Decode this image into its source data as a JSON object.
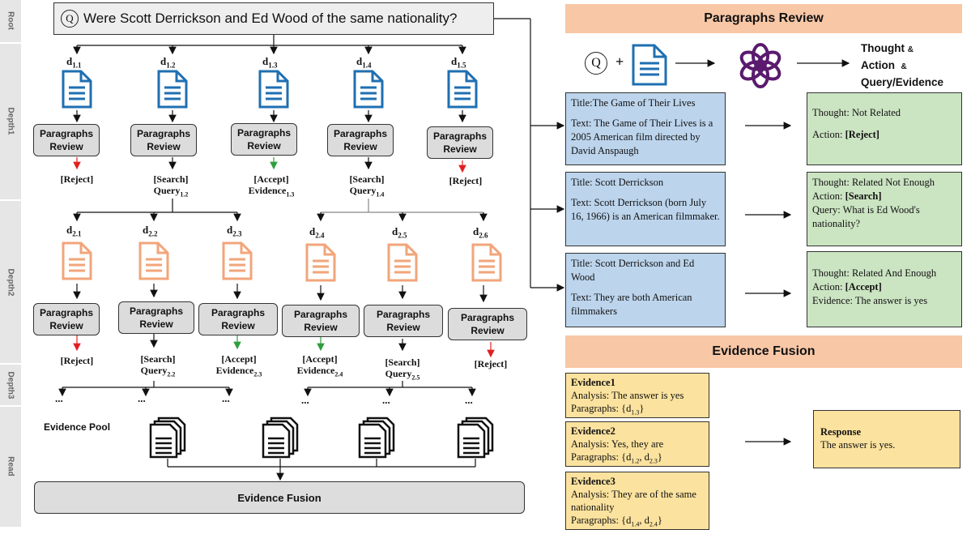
{
  "question": "Were Scott Derrickson and Ed Wood of the same nationality?",
  "q_symbol": "Q",
  "stages": [
    "Root",
    "Depth1",
    "Depth2",
    "Depth3",
    "Read"
  ],
  "depth1": {
    "docs": [
      "d",
      "d",
      "d",
      "d",
      "d"
    ],
    "subs": [
      "1.1",
      "1.2",
      "1.3",
      "1.4",
      "1.5"
    ],
    "review_label": "Paragraphs Review",
    "actions": [
      {
        "line1": "[Reject]",
        "line2": "",
        "sub": ""
      },
      {
        "line1": "[Search]",
        "line2": "Query",
        "sub": "1.2"
      },
      {
        "line1": "[Accept]",
        "line2": "Evidence",
        "sub": "1.3"
      },
      {
        "line1": "[Search]",
        "line2": "Query",
        "sub": "1.4"
      },
      {
        "line1": "[Reject]",
        "line2": "",
        "sub": ""
      }
    ]
  },
  "depth2": {
    "subs": [
      "2.1",
      "2.2",
      "2.3",
      "2.4",
      "2.5",
      "2.6"
    ],
    "actions": [
      {
        "line1": "[Reject]",
        "line2": "",
        "sub": ""
      },
      {
        "line1": "[Search]",
        "line2": "Query",
        "sub": "2.2"
      },
      {
        "line1": "[Accept]",
        "line2": "Evidence",
        "sub": "2.3"
      },
      {
        "line1": "[Accept]",
        "line2": "Evidence",
        "sub": "2.4"
      },
      {
        "line1": "[Search]",
        "line2": "Query",
        "sub": "2.5"
      },
      {
        "line1": "[Reject]",
        "line2": "",
        "sub": ""
      }
    ]
  },
  "dots": "...",
  "evidence_pool_label": "Evidence Pool",
  "evidence_fusion_bar": "Evidence Fusion",
  "paragraphs_review_header": "Paragraphs Review",
  "thought_title": [
    "Thought",
    "&",
    "Action",
    "&",
    "Query/Evidence"
  ],
  "review_examples": [
    {
      "title": "Title:The Game of Their Lives",
      "text": "Text: The Game of Their Lives is a 2005 American  film directed by David Anspaugh",
      "thought": "Thought: Not Related",
      "action_prefix": "Action: ",
      "action": "[Reject]",
      "extra": ""
    },
    {
      "title": "Title: Scott Derrickson",
      "text": "Text: Scott Derrickson (born July 16, 1966) is an American filmmaker.",
      "thought": "Thought: Related Not Enough",
      "action_prefix": "Action: ",
      "action": "[Search]",
      "extra": "Query: What is Ed Wood's nationality?"
    },
    {
      "title": "Title: Scott Derrickson and Ed Wood",
      "text": "Text: They are both American filmmakers",
      "thought": "Thought: Related And Enough",
      "action_prefix": "Action: ",
      "action": "[Accept]",
      "extra": "Evidence: The answer is yes"
    }
  ],
  "evidence_fusion_header": "Evidence Fusion",
  "evidences": [
    {
      "name": "Evidence1",
      "analysis": "Analysis: The answer is yes",
      "paragraphs_prefix": "Paragraphs: {d",
      "p1": "1.3",
      "p_mid": "",
      "p2": "",
      "close": "}"
    },
    {
      "name": "Evidence2",
      "analysis": "Analysis: Yes, they are",
      "paragraphs_prefix": "Paragraphs: {d",
      "p1": "1.2",
      "p_mid": ", d",
      "p2": "2.3",
      "close": "}"
    },
    {
      "name": "Evidence3",
      "analysis": "Analysis: They are of the same nationality",
      "paragraphs_prefix": "Paragraphs: {d",
      "p1": "1.4",
      "p_mid": ", d",
      "p2": "2.4",
      "close": "}"
    }
  ],
  "response": {
    "title": "Response",
    "text": "The answer is yes."
  },
  "colors": {
    "blue_doc": "#1f6fb2",
    "orange_doc": "#f2a57a",
    "reject_arrow": "#e02020",
    "accept_arrow": "#2e9e3e",
    "gpt_logo": "#5a1a6e"
  },
  "icons": [
    "document-icon",
    "openai-logo",
    "stacked-documents-icon"
  ]
}
